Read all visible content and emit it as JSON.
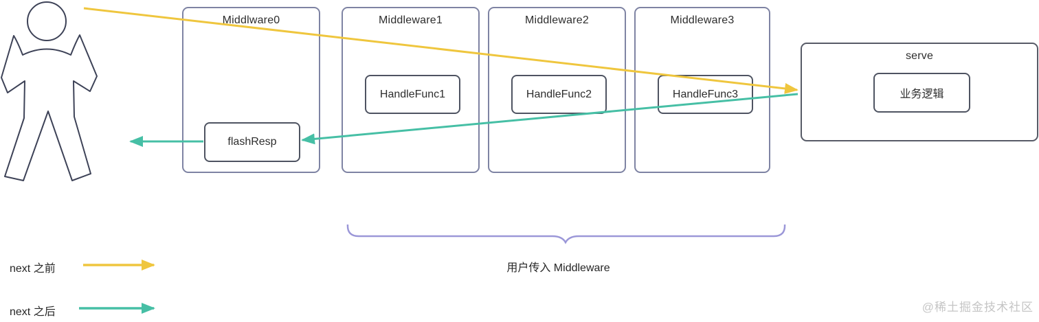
{
  "diagram": {
    "person": "user-figure",
    "middlewares": [
      {
        "title": "Middlware0",
        "inner": "flashResp"
      },
      {
        "title": "Middleware1",
        "inner": "HandleFunc1"
      },
      {
        "title": "Middleware2",
        "inner": "HandleFunc2"
      },
      {
        "title": "Middleware3",
        "inner": "HandleFunc3"
      }
    ],
    "serve": {
      "title": "serve",
      "inner": "业务逻辑"
    },
    "brace_label": "用户传入 Middleware"
  },
  "legend": {
    "before": {
      "label": "next 之前"
    },
    "after": {
      "label": "next 之后"
    }
  },
  "watermark": "@稀土掘金技术社区",
  "colors": {
    "arrow_before": "#efc63e",
    "arrow_after": "#46bfa5",
    "outer_box_border": "#7e83a3",
    "inner_box_border": "#4e5361",
    "brace": "#9b97d8",
    "person_outline": "#3d4257",
    "text": "#2d2d2d",
    "watermark": "#c5c5c5"
  }
}
